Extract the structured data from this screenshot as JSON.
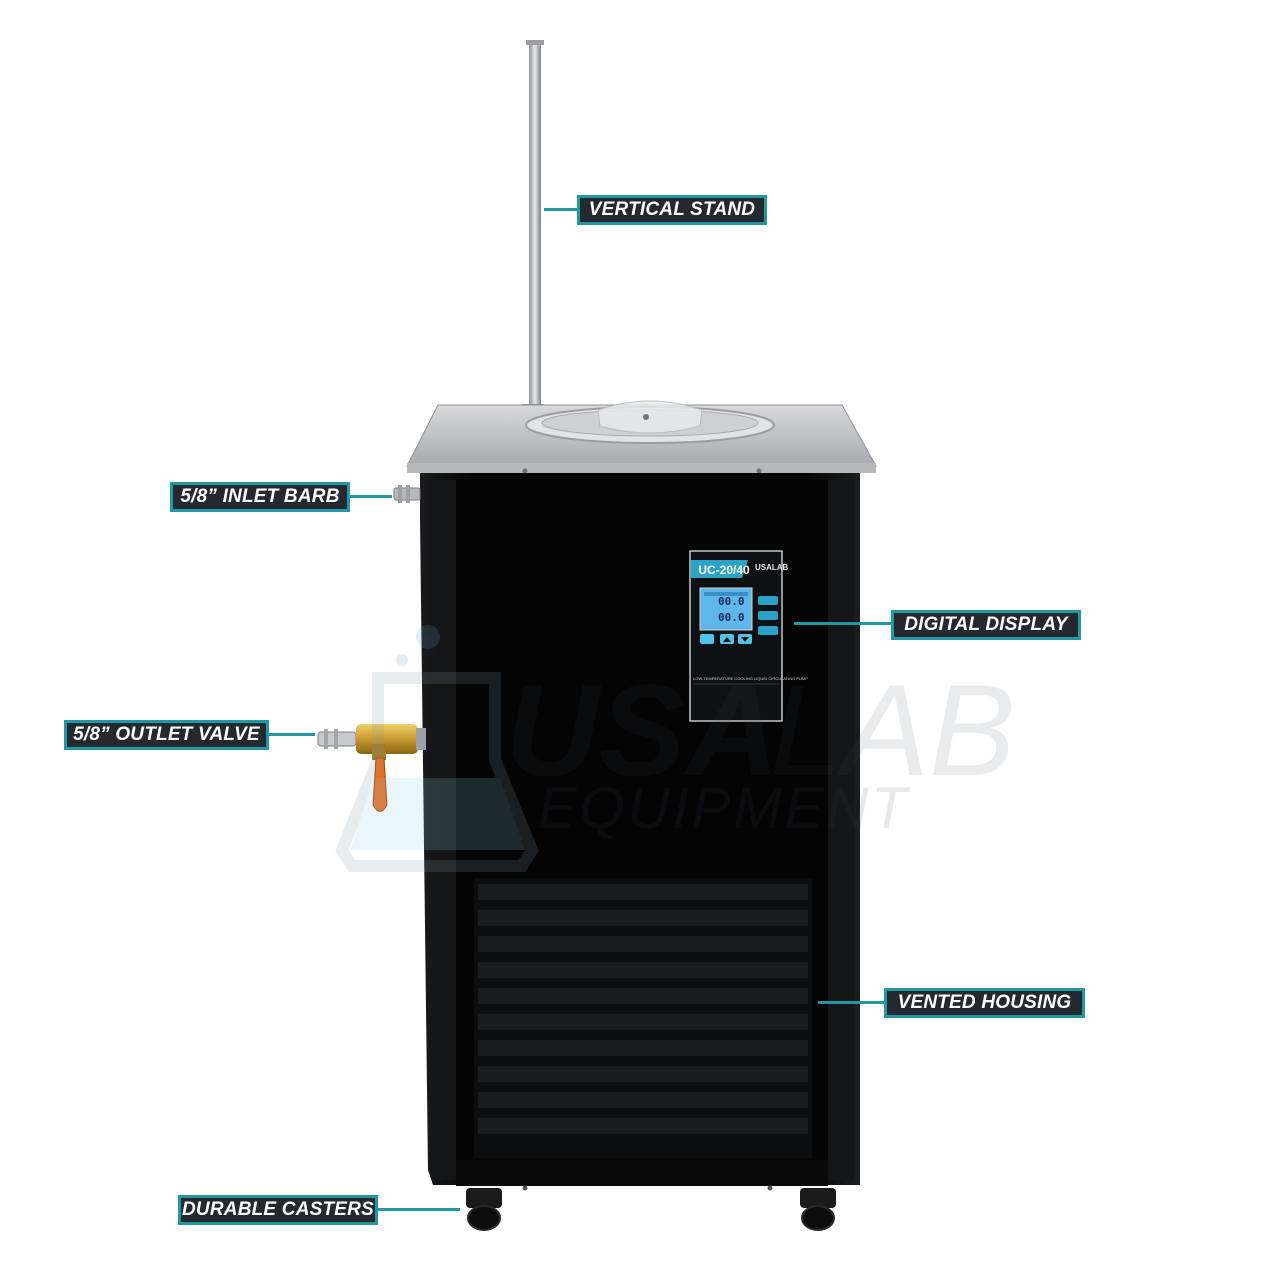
{
  "callouts": {
    "vertical_stand": "VERTICAL STAND",
    "inlet_barb": "5/8” INLET BARB",
    "digital_display": "DIGITAL DISPLAY",
    "outlet_valve": "5/8” OUTLET VALVE",
    "vented_housing": "VENTED HOUSING",
    "durable_casters": "DURABLE CASTERS"
  },
  "panel": {
    "model": "UC-20/40",
    "brand": "USALAB",
    "temp_set": "00.0",
    "temp_actual": "00.0",
    "subtitle": "LOW-TEMPERATURE COOLING LIQUID CIRCULATING PUMP"
  },
  "watermark": {
    "line1_bold": "USA",
    "line1_light": "LAB",
    "line2": "EQUIPMENT"
  },
  "colors": {
    "callout_fill": "#23292e",
    "callout_border": "#1f9aa5",
    "cabinet": "#0b0b0c",
    "steel": "#c9ccd0",
    "lcd": "#5fb6e8",
    "valve_handle": "#e4701e",
    "valve_brass": "#c79a2e"
  }
}
